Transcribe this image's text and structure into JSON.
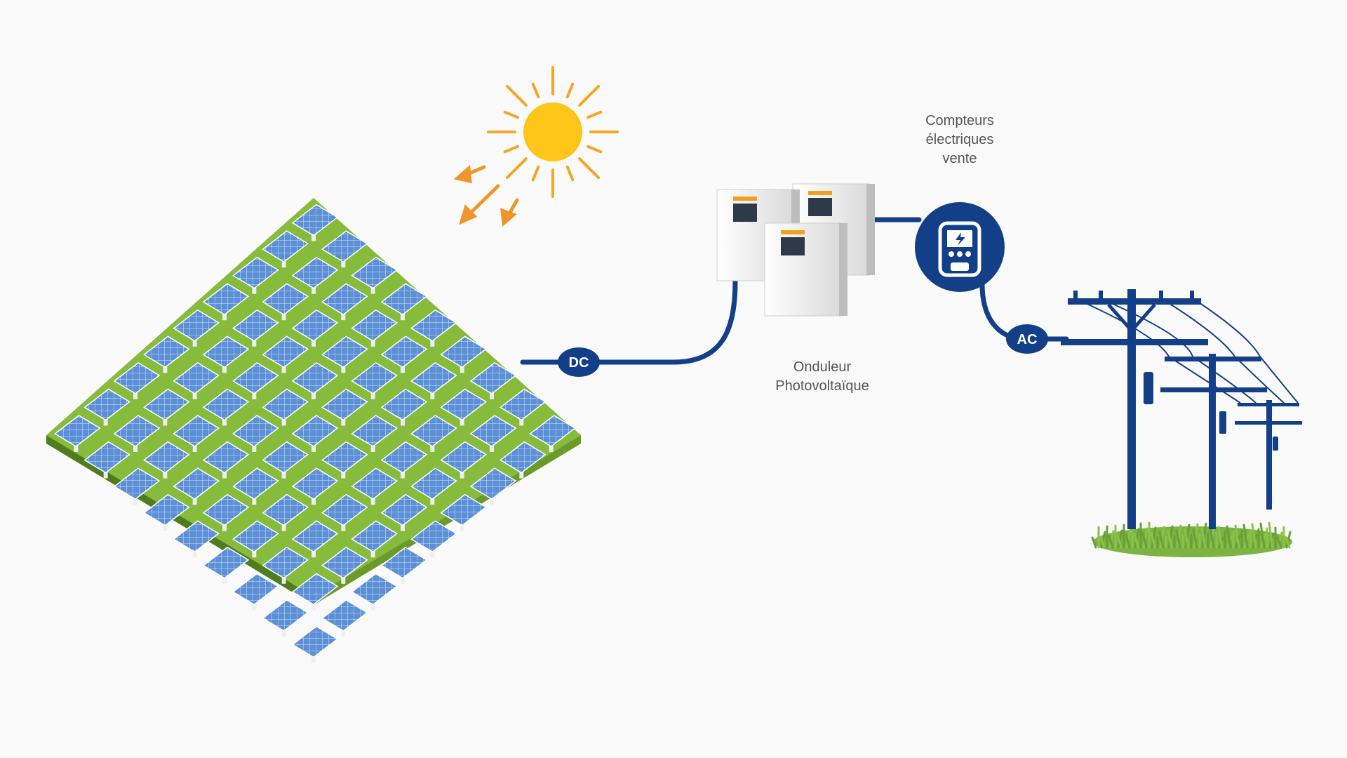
{
  "labels": {
    "meter_line1": "Compteurs",
    "meter_line2": "électriques",
    "meter_line3": "vente",
    "inverter_line1": "Onduleur",
    "inverter_line2": "Photovoltaïque",
    "dc": "DC",
    "ac": "AC"
  },
  "colors": {
    "background": "#fafafa",
    "cable": "#123f87",
    "sun": "#ffc61a",
    "rays": "#f5a623",
    "arrows": "#f0952a",
    "panel": "#5b8fd6",
    "panel_grid": "#d6e6fa",
    "ground": "#8fbf3a",
    "label_text": "#555555"
  },
  "icons": {
    "sun": "sun-icon",
    "solar_field": "solar-panel-field-icon",
    "inverter": "inverter-icon",
    "meter": "electric-meter-icon",
    "power_poles": "power-pole-icon",
    "grass": "grass-icon"
  }
}
